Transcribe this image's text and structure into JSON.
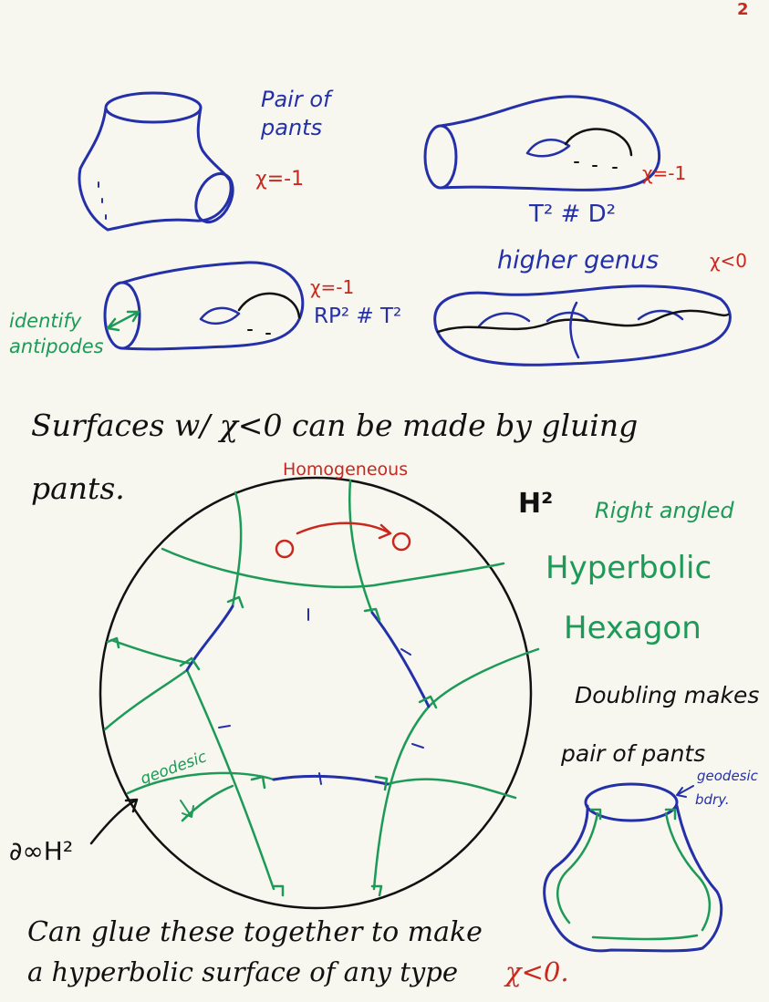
{
  "page_number": "2",
  "pants": {
    "title": "Pair of pants",
    "euler": "χ=-1"
  },
  "torus_disk": {
    "euler": "χ=-1",
    "formula": "T² # D²"
  },
  "rp2_torus": {
    "euler": "χ=-1",
    "formula": "RP² # T²",
    "identify": "identify antipodes"
  },
  "higher_genus": {
    "label": "higher genus",
    "euler": "χ<0"
  },
  "statement": "Surfaces w/ χ<0 can be made by gluing pants.",
  "disk": {
    "homogeneous": "Homogeneous",
    "geodesic": "geodesic",
    "boundary": "∂∞H²"
  },
  "hexagon": {
    "h2": "H²",
    "right_angled": "Right angled",
    "hyperbolic": "Hyperbolic",
    "hexagon": "Hexagon"
  },
  "doubling": {
    "line1": "Doubling makes",
    "line2": "pair of pants",
    "geodesic": "geodesic",
    "bdry": "bdry."
  },
  "conclusion": {
    "line1": "Can glue these together to make",
    "line2": "a hyperbolic surface of any type",
    "euler": "χ<0."
  },
  "colors": {
    "blue": "#2430a8",
    "red": "#c8281e",
    "green": "#1d9a57",
    "black": "#111111"
  }
}
